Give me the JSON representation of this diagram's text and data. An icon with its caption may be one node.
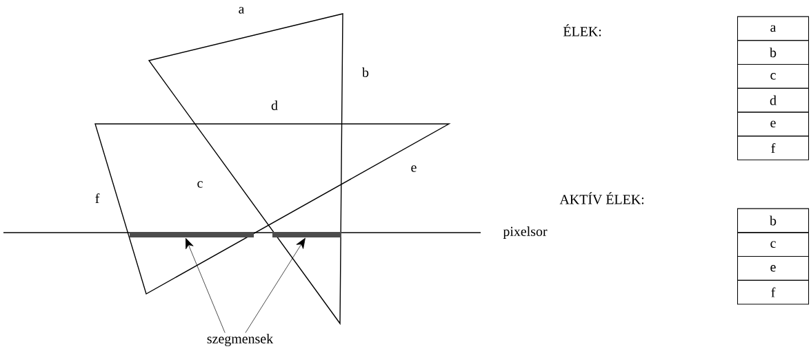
{
  "diagram": {
    "nodes": [
      {
        "text": [
          "szegmensek"
        ]
      },
      {
        "text": [],
        "shape": "bar"
      },
      {
        "text": [],
        "shape": "bar"
      }
    ],
    "edges": [
      {
        "from": 0,
        "to": 1,
        "arrow": "to"
      },
      {
        "from": 0,
        "to": 2,
        "arrow": "to"
      }
    ],
    "labels": [
      "a",
      "b",
      "d",
      "c",
      "e",
      "f",
      "pixelsor",
      "ÉLEK:",
      "a",
      "b",
      "c",
      "d",
      "e",
      "f",
      "AKTÍV ÉLEK:",
      "b",
      "c",
      "e",
      "f"
    ]
  }
}
